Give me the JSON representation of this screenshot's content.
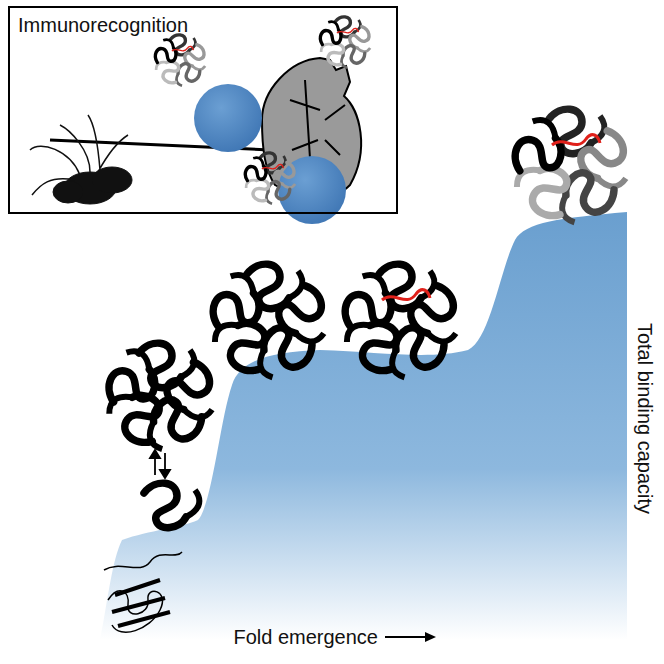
{
  "diagram": {
    "nodes": [
      {
        "text": [
          "Immunorecognition"
        ]
      }
    ],
    "labels": [
      "Total binding capacity",
      "Fold emergence"
    ]
  }
}
